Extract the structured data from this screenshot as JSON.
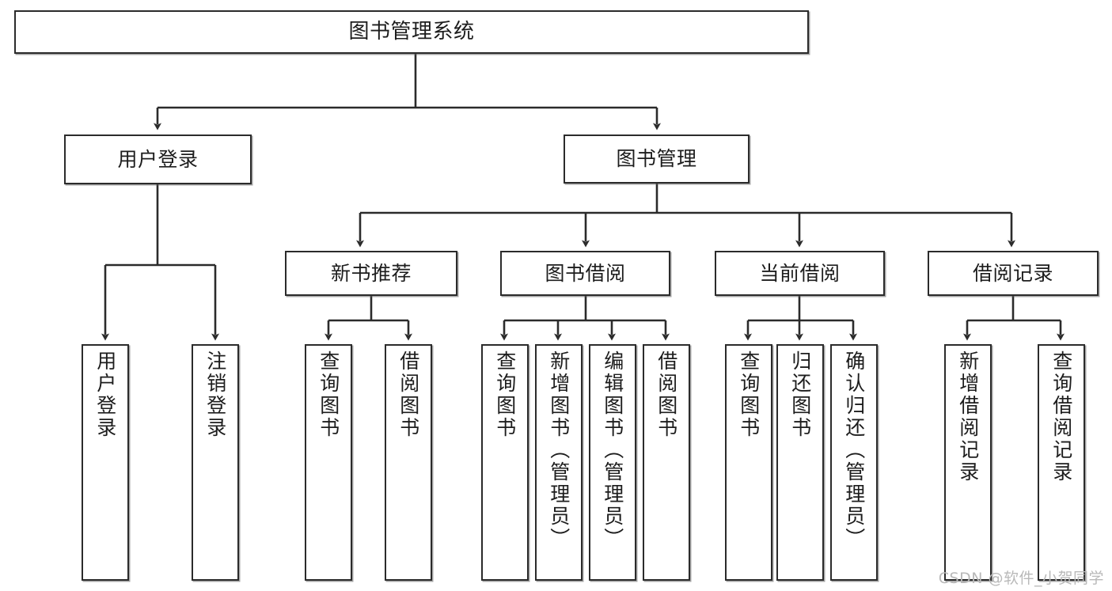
{
  "diagram": {
    "title": "图书管理系统",
    "type": "hierarchy-tree",
    "watermark": "CSDN @软件_小贺同学",
    "colors": {
      "stroke": "#2b2b2b",
      "fill": "#ffffff",
      "text": "#1d1d1d",
      "watermark": "#b9b9b9"
    },
    "nodes": {
      "root": {
        "label": "图书管理系统"
      },
      "level1": [
        {
          "label": "用户登录"
        },
        {
          "label": "图书管理"
        }
      ],
      "level2": [
        {
          "label": "新书推荐"
        },
        {
          "label": "图书借阅"
        },
        {
          "label": "当前借阅"
        },
        {
          "label": "借阅记录"
        }
      ],
      "leaves": {
        "user_login": [
          {
            "label": "用户登录"
          },
          {
            "label": "注销登录"
          }
        ],
        "new_book": [
          {
            "label": "查询图书"
          },
          {
            "label": "借阅图书"
          }
        ],
        "book_borrow": [
          {
            "label": "查询图书"
          },
          {
            "label": "新增图书（管理员）"
          },
          {
            "label": "编辑图书（管理员）"
          },
          {
            "label": "借阅图书"
          }
        ],
        "current_borrow": [
          {
            "label": "查询图书"
          },
          {
            "label": "归还图书"
          },
          {
            "label": "确认归还（管理员）"
          }
        ],
        "borrow_record": [
          {
            "label": "新增借阅记录"
          },
          {
            "label": "查询借阅记录"
          }
        ]
      }
    }
  }
}
